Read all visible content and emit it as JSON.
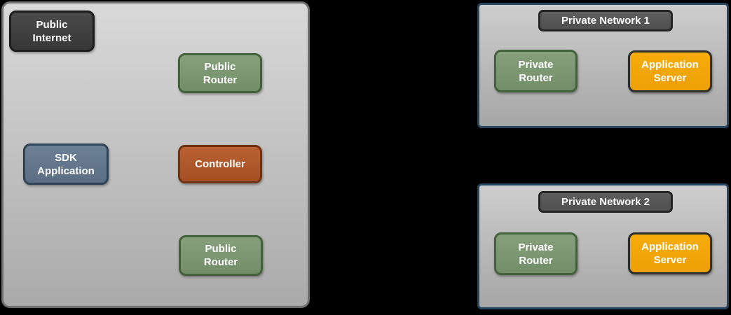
{
  "diagram": {
    "public_zone": {
      "nodes": {
        "public_internet": {
          "label": "Public\nInternet"
        },
        "public_router_top": {
          "label": "Public\nRouter"
        },
        "sdk_application": {
          "label": "SDK\nApplication"
        },
        "controller": {
          "label": "Controller"
        },
        "public_router_bottom": {
          "label": "Public\nRouter"
        }
      }
    },
    "private_network_1": {
      "title": "Private Network 1",
      "nodes": {
        "private_router": {
          "label": "Private\nRouter"
        },
        "application_server": {
          "label": "Application\nServer"
        }
      }
    },
    "private_network_2": {
      "title": "Private Network 2",
      "nodes": {
        "private_router": {
          "label": "Private\nRouter"
        },
        "application_server": {
          "label": "Application\nServer"
        }
      }
    },
    "colors": {
      "background": "#000000",
      "public_zone_fill": "#c4c4c4",
      "public_zone_border": "#6e6e6e",
      "private_zone_fill": "#bababa",
      "private_zone_border": "#26465f",
      "dark_node": "#3f3f3f",
      "network_badge": "#565656",
      "router_green": "#7a9670",
      "sdk_blue": "#64778c",
      "controller_rust": "#af582b",
      "server_orange": "#f2a609",
      "label_text": "#ffffff"
    }
  }
}
